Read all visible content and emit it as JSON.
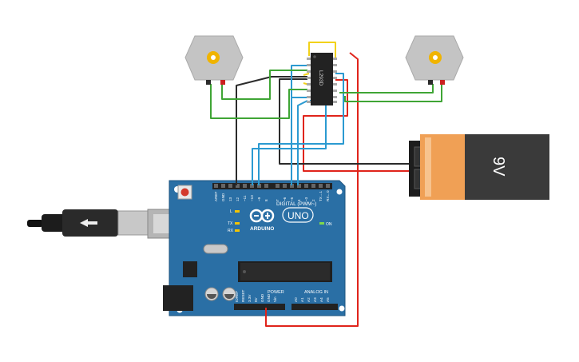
{
  "board": {
    "brand": "ARDUINO",
    "model": "UNO",
    "digital_header": "DIGITAL (PWM~)",
    "power_header": "POWER",
    "analog_header": "ANALOG IN",
    "on_label": "ON",
    "tx_label": "TX",
    "rx_label": "RX",
    "l_label": "L",
    "digital_pins": [
      "AREF",
      "GND",
      "13",
      "12",
      "~11",
      "~10",
      "~9",
      "8",
      "7",
      "~6",
      "~5",
      "4",
      "~3",
      "2",
      "TX→1",
      "RX←0"
    ],
    "power_pins": [
      "IOREF",
      "RESET",
      "3.3V",
      "5V",
      "GND",
      "GND",
      "Vin"
    ],
    "analog_pins": [
      "A0",
      "A1",
      "A2",
      "A3",
      "A4",
      "A5"
    ]
  },
  "driver_chip": {
    "label": "L293D"
  },
  "battery": {
    "label": "9V"
  },
  "colors": {
    "board": "#2a6fa5",
    "wire_red": "#e0241b",
    "wire_black": "#2b2b2b",
    "wire_green": "#3fa535",
    "wire_blue": "#2b9ad1",
    "wire_yellow": "#f2d21a",
    "battery_orange": "#f0a055",
    "battery_dark": "#333333"
  }
}
